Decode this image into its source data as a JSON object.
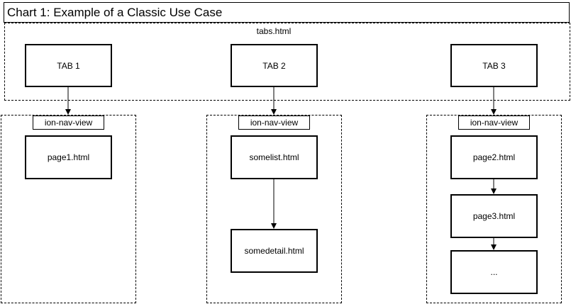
{
  "title": "Chart 1: Example of a Classic Use Case",
  "tabs_container": {
    "label": "tabs.html"
  },
  "tabs": [
    {
      "label": "TAB 1"
    },
    {
      "label": "TAB 2"
    },
    {
      "label": "TAB 3"
    }
  ],
  "nav_views": [
    {
      "label": "ion-nav-view",
      "pages": [
        "page1.html"
      ]
    },
    {
      "label": "ion-nav-view",
      "pages": [
        "somelist.html",
        "somedetail.html"
      ]
    },
    {
      "label": "ion-nav-view",
      "pages": [
        "page2.html",
        "page3.html",
        "..."
      ]
    }
  ]
}
